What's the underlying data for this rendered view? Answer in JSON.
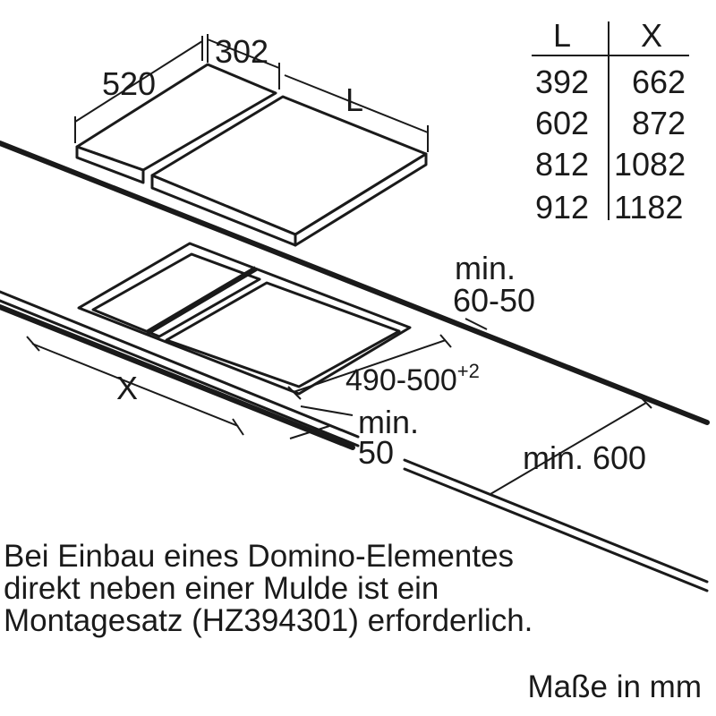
{
  "table": {
    "headers": [
      "L",
      "X"
    ],
    "rows": [
      [
        "392",
        "662"
      ],
      [
        "602",
        "872"
      ],
      [
        "812",
        "1082"
      ],
      [
        "912",
        "1182"
      ]
    ]
  },
  "dimensions": {
    "depth": "520",
    "width": "302",
    "length": "L",
    "cutout_x": "X",
    "cutout_depth": "490-500",
    "cutout_depth_tolerance": "+2",
    "edge_min_label": "min.",
    "edge_min_value": "50",
    "thickness_min_label": "min.",
    "thickness_value": "60-50",
    "wall_min": "min. 600"
  },
  "note": {
    "lines": [
      "Bei Einbau eines Domino-Elementes",
      "direkt neben einer Mulde ist ein",
      "Montagesatz (HZ394301) erforderlich."
    ]
  },
  "units": "Maße in mm"
}
